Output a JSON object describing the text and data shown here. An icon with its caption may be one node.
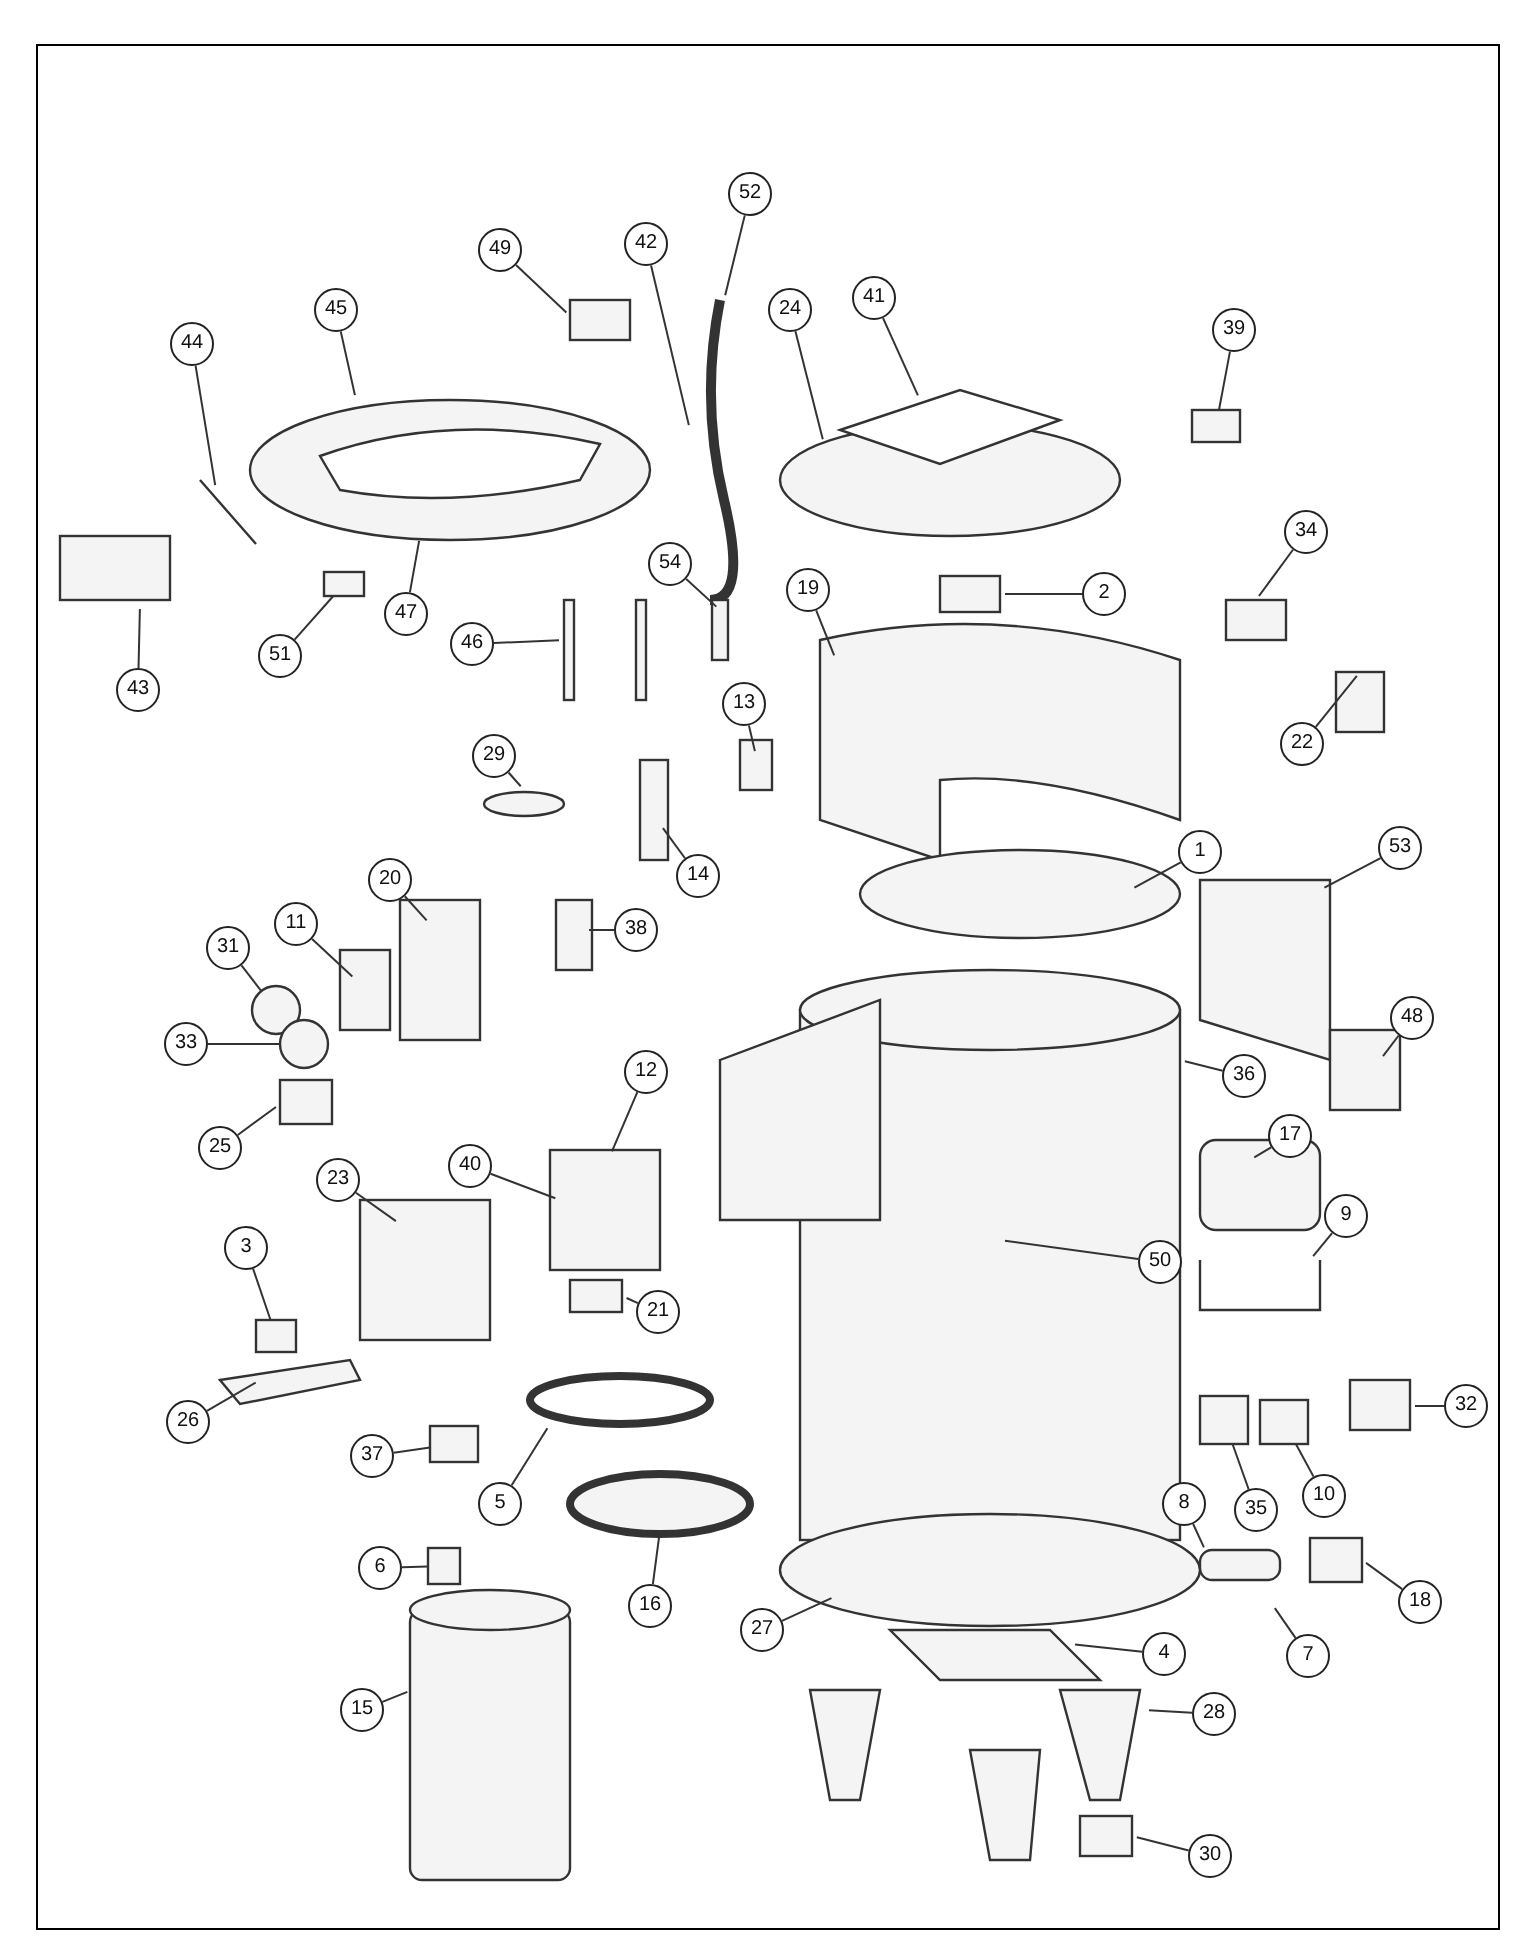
{
  "diagram": {
    "nodes": [
      {
        "text": [
          "49"
        ]
      },
      {
        "text": [
          "42"
        ]
      },
      {
        "text": [
          "52"
        ]
      },
      {
        "text": [
          "45"
        ]
      },
      {
        "text": [
          "44"
        ]
      },
      {
        "text": [
          "24"
        ]
      },
      {
        "text": [
          "41"
        ]
      },
      {
        "text": [
          "39"
        ]
      },
      {
        "text": [
          "43"
        ]
      },
      {
        "text": [
          "51"
        ]
      },
      {
        "text": [
          "47"
        ]
      },
      {
        "text": [
          "46"
        ]
      },
      {
        "text": [
          "54"
        ]
      },
      {
        "text": [
          "2"
        ]
      },
      {
        "text": [
          "34"
        ]
      },
      {
        "text": [
          "19"
        ]
      },
      {
        "text": [
          "22"
        ]
      },
      {
        "text": [
          "13"
        ]
      },
      {
        "text": [
          "29"
        ]
      },
      {
        "text": [
          "14"
        ]
      },
      {
        "text": [
          "1"
        ]
      },
      {
        "text": [
          "53"
        ]
      },
      {
        "text": [
          "20"
        ]
      },
      {
        "text": [
          "11"
        ]
      },
      {
        "text": [
          "31"
        ]
      },
      {
        "text": [
          "38"
        ]
      },
      {
        "text": [
          "33"
        ]
      },
      {
        "text": [
          "36"
        ]
      },
      {
        "text": [
          "48"
        ]
      },
      {
        "text": [
          "25"
        ]
      },
      {
        "text": [
          "17"
        ]
      },
      {
        "text": [
          "12"
        ]
      },
      {
        "text": [
          "40"
        ]
      },
      {
        "text": [
          "23"
        ]
      },
      {
        "text": [
          "9"
        ]
      },
      {
        "text": [
          "3"
        ]
      },
      {
        "text": [
          "50"
        ]
      },
      {
        "text": [
          "21"
        ]
      },
      {
        "text": [
          "26"
        ]
      },
      {
        "text": [
          "32"
        ]
      },
      {
        "text": [
          "37"
        ]
      },
      {
        "text": [
          "35"
        ]
      },
      {
        "text": [
          "10"
        ]
      },
      {
        "text": [
          "5"
        ]
      },
      {
        "text": [
          "8"
        ]
      },
      {
        "text": [
          "6"
        ]
      },
      {
        "text": [
          "16"
        ]
      },
      {
        "text": [
          "18"
        ]
      },
      {
        "text": [
          "27"
        ]
      },
      {
        "text": [
          "7"
        ]
      },
      {
        "text": [
          "4"
        ]
      },
      {
        "text": [
          "15"
        ]
      },
      {
        "text": [
          "28"
        ]
      },
      {
        "text": [
          "30"
        ]
      },
      {
        "text": [],
        "shape": "box"
      },
      {
        "text": [],
        "shape": "box"
      },
      {
        "text": [],
        "shape": "circle"
      },
      {
        "text": [],
        "shape": "circle"
      },
      {
        "text": [],
        "shape": "box"
      },
      {
        "text": [],
        "shape": "box"
      },
      {
        "text": [],
        "shape": "box"
      },
      {
        "text": [],
        "shape": "box"
      },
      {
        "text": [],
        "shape": "box"
      }
    ],
    "edges": [
      {
        "from": 0,
        "to": null,
        "arrow": "none"
      },
      {
        "from": 1,
        "to": null,
        "arrow": "none"
      },
      {
        "from": 2,
        "to": null,
        "arrow": "none"
      },
      {
        "from": 3,
        "to": null,
        "arrow": "none"
      },
      {
        "from": 4,
        "to": null,
        "arrow": "none"
      },
      {
        "from": 5,
        "to": null,
        "arrow": "none"
      },
      {
        "from": 6,
        "to": null,
        "arrow": "none"
      },
      {
        "from": 7,
        "to": 54,
        "arrow": "none"
      },
      {
        "from": 8,
        "to": null,
        "arrow": "none"
      },
      {
        "from": 9,
        "to": 55,
        "arrow": "none"
      },
      {
        "from": 10,
        "to": null,
        "arrow": "none"
      },
      {
        "from": 11,
        "to": null,
        "arrow": "none"
      },
      {
        "from": 12,
        "to": null,
        "arrow": "none"
      },
      {
        "from": 13,
        "to": null,
        "arrow": "none"
      },
      {
        "from": 14,
        "to": null,
        "arrow": "none"
      },
      {
        "from": 15,
        "to": null,
        "arrow": "none"
      },
      {
        "from": 16,
        "to": null,
        "arrow": "none"
      },
      {
        "from": 17,
        "to": null,
        "arrow": "none"
      },
      {
        "from": 18,
        "to": null,
        "arrow": "none"
      },
      {
        "from": 19,
        "to": null,
        "arrow": "none"
      },
      {
        "from": 20,
        "to": null,
        "arrow": "none"
      },
      {
        "from": 21,
        "to": null,
        "arrow": "none"
      },
      {
        "from": 22,
        "to": null,
        "arrow": "none"
      },
      {
        "from": 23,
        "to": null,
        "arrow": "none"
      },
      {
        "from": 24,
        "to": 56,
        "arrow": "none"
      },
      {
        "from": 25,
        "to": null,
        "arrow": "none"
      },
      {
        "from": 26,
        "to": 57,
        "arrow": "none"
      },
      {
        "from": 27,
        "to": null,
        "arrow": "none"
      },
      {
        "from": 28,
        "to": null,
        "arrow": "none"
      },
      {
        "from": 29,
        "to": null,
        "arrow": "none"
      },
      {
        "from": 30,
        "to": null,
        "arrow": "none"
      },
      {
        "from": 31,
        "to": null,
        "arrow": "none"
      },
      {
        "from": 32,
        "to": null,
        "arrow": "none"
      },
      {
        "from": 33,
        "to": null,
        "arrow": "none"
      },
      {
        "from": 34,
        "to": null,
        "arrow": "none"
      },
      {
        "from": 35,
        "to": 58,
        "arrow": "none"
      },
      {
        "from": 36,
        "to": null,
        "arrow": "none"
      },
      {
        "from": 37,
        "to": null,
        "arrow": "none"
      },
      {
        "from": 38,
        "to": null,
        "arrow": "none"
      },
      {
        "from": 39,
        "to": null,
        "arrow": "none"
      },
      {
        "from": 40,
        "to": 59,
        "arrow": "none"
      },
      {
        "from": 41,
        "to": 60,
        "arrow": "none"
      },
      {
        "from": 42,
        "to": 61,
        "arrow": "none"
      },
      {
        "from": 43,
        "to": null,
        "arrow": "none"
      },
      {
        "from": 44,
        "to": null,
        "arrow": "none"
      },
      {
        "from": 45,
        "to": 62,
        "arrow": "none"
      },
      {
        "from": 46,
        "to": null,
        "arrow": "none"
      },
      {
        "from": 47,
        "to": null,
        "arrow": "none"
      },
      {
        "from": 48,
        "to": null,
        "arrow": "none"
      },
      {
        "from": 49,
        "to": null,
        "arrow": "none"
      },
      {
        "from": 50,
        "to": null,
        "arrow": "none"
      },
      {
        "from": 51,
        "to": null,
        "arrow": "none"
      },
      {
        "from": 52,
        "to": null,
        "arrow": "none"
      },
      {
        "from": 53,
        "to": null,
        "arrow": "none"
      }
    ]
  }
}
